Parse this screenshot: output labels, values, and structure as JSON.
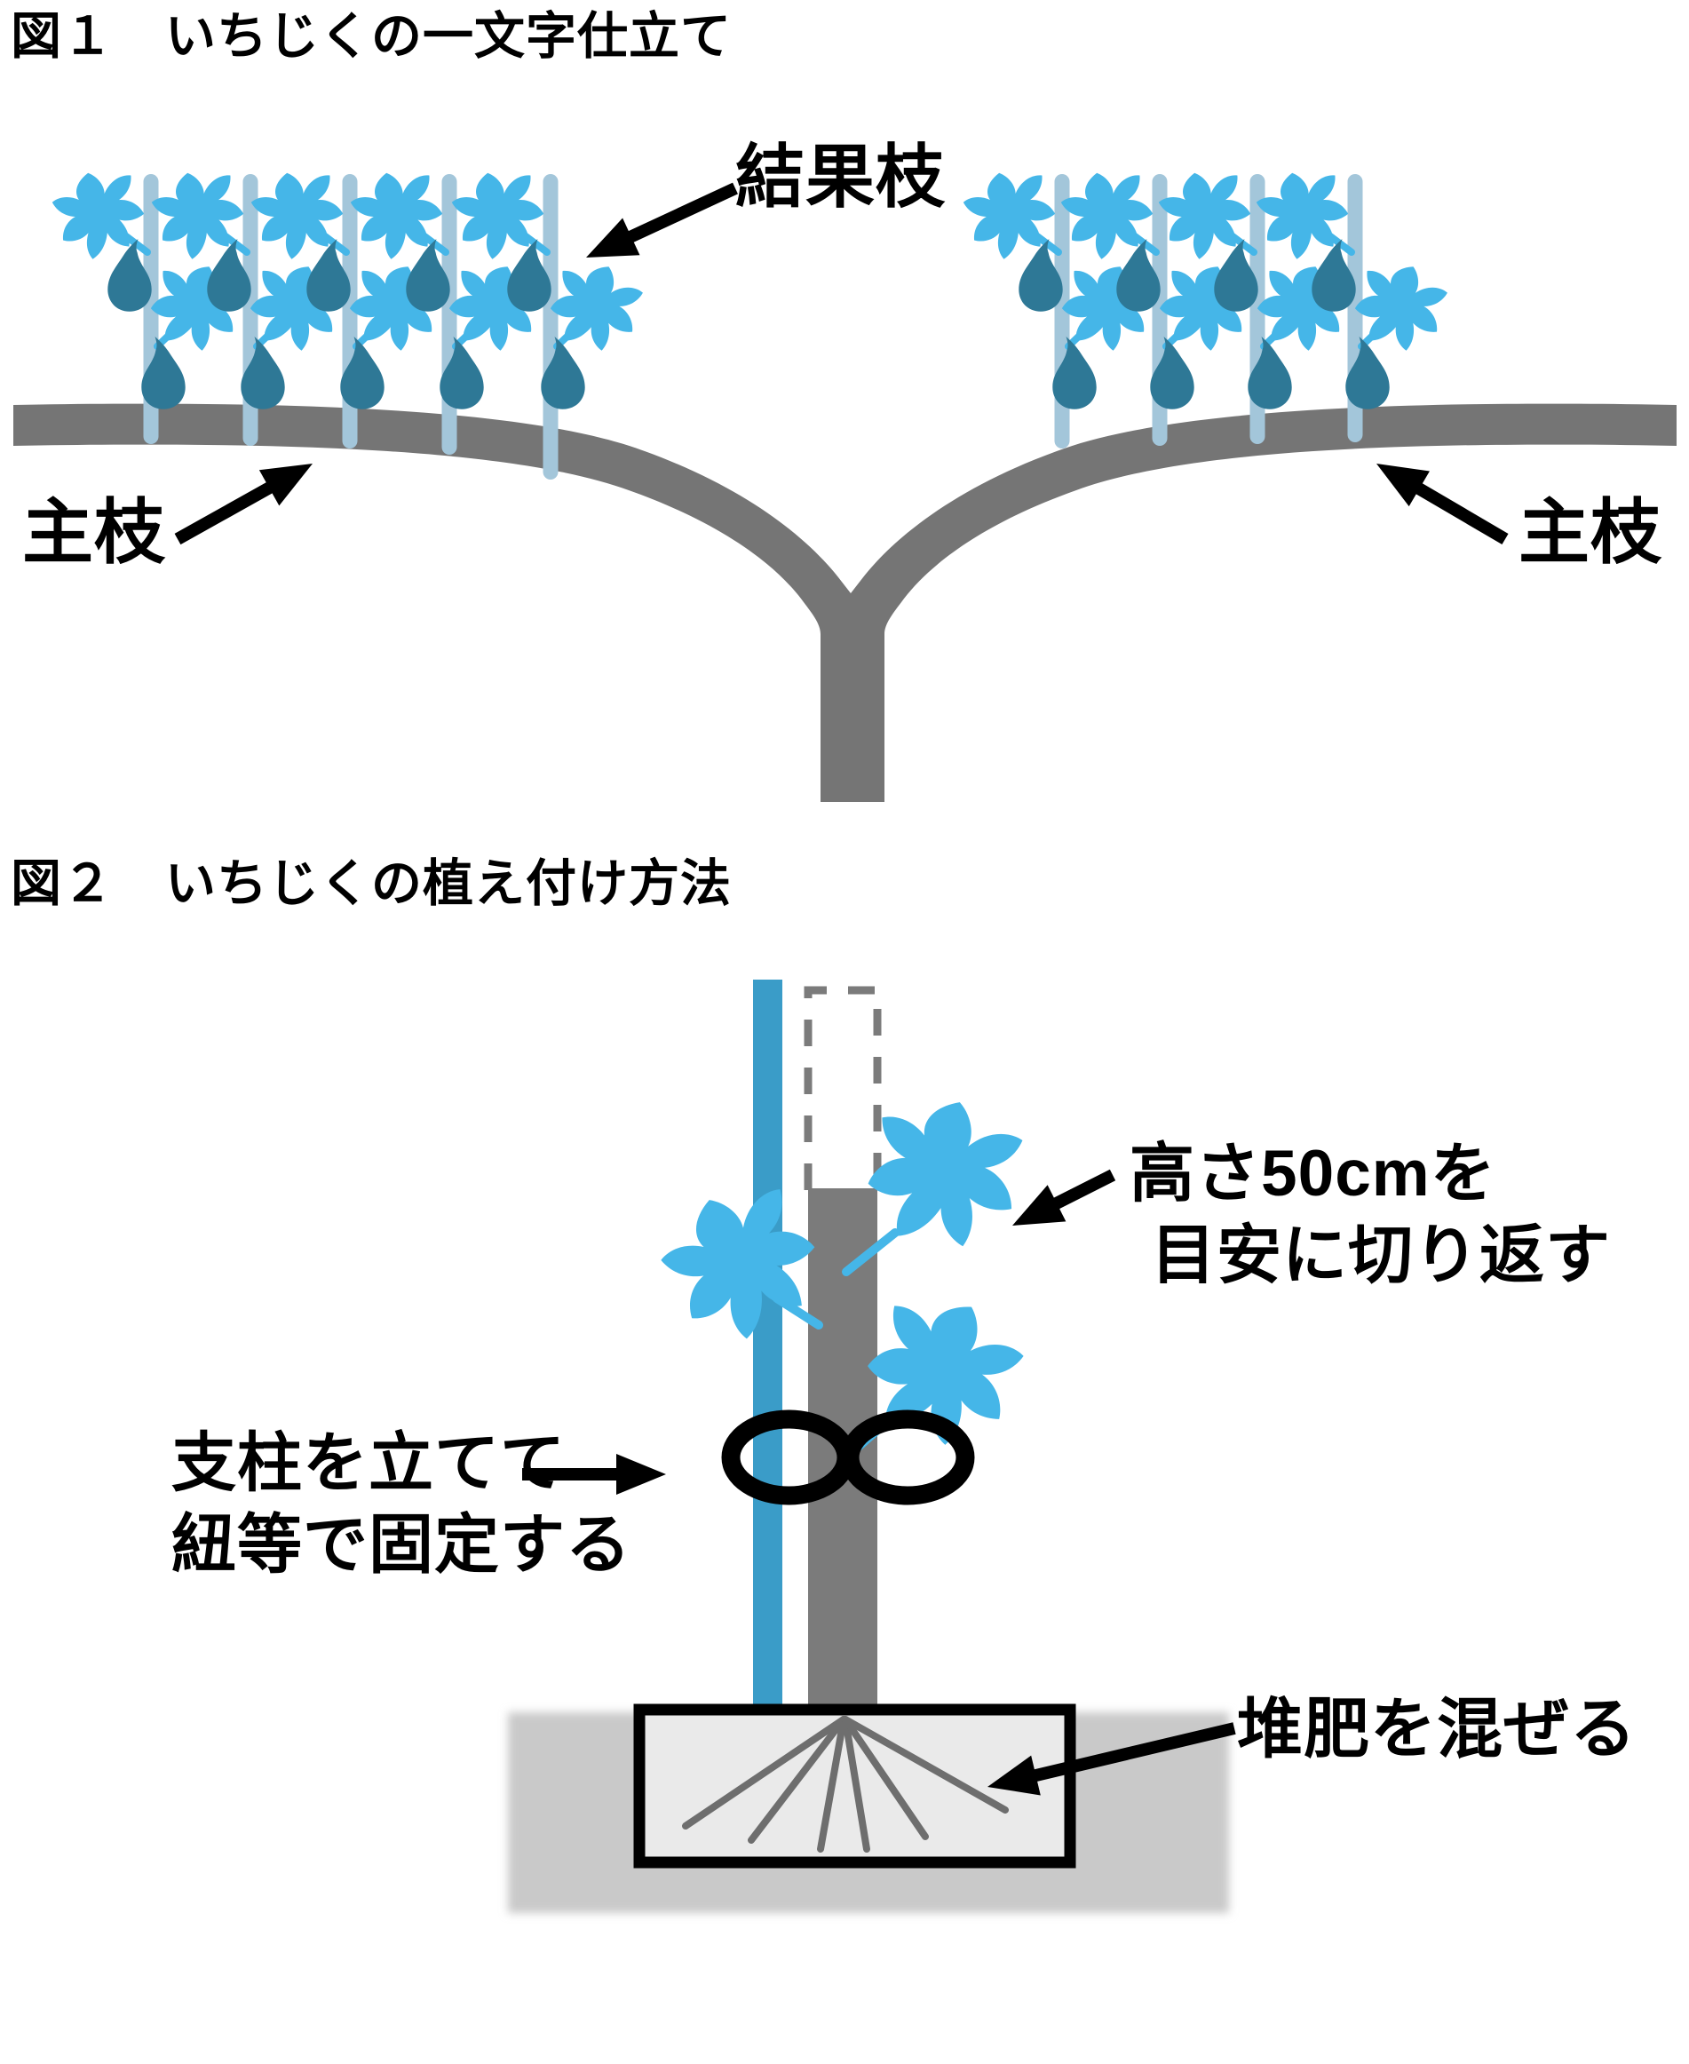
{
  "figure1": {
    "title": "図１　いちじくの一文字仕立て",
    "labels": {
      "fruiting_branch": "結果枝",
      "main_branch_left": "主枝",
      "main_branch_right": "主枝"
    }
  },
  "figure2": {
    "title": "図２　いちじくの植え付け方法",
    "labels": {
      "cut_height_line1": "高さ50cmを",
      "cut_height_line2": "目安に切り返す",
      "stake_line1": "支柱を立てて",
      "stake_line2": "紐等で固定する",
      "compost": "堆肥を混ぜる"
    }
  },
  "colors": {
    "leaf_blue": "#45b6e8",
    "fig_fruit_teal": "#2e7896",
    "shoot_stick_blue": "#a3c6da",
    "branch_gray": "#757575",
    "trunk_gray": "#7b7b7b",
    "stake_blue": "#3a9cc8",
    "soil_gray": "#c9c9c9",
    "planting_hole_fill": "#eaeaea",
    "root_gray": "#6e6e6e",
    "ink_black": "#000000"
  }
}
